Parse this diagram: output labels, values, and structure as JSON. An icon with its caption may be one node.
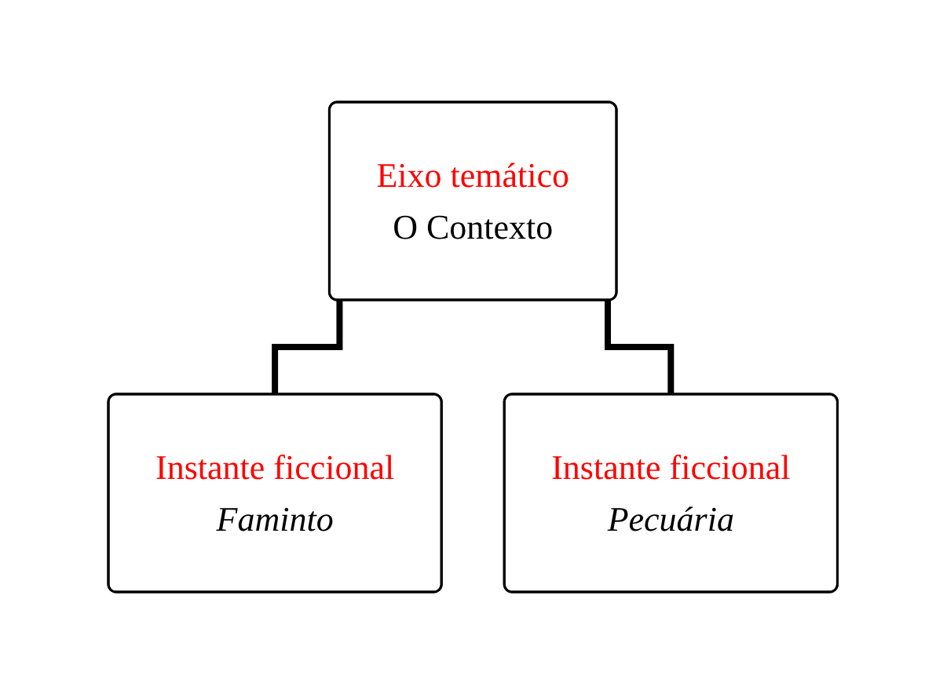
{
  "diagram": {
    "nodes": [
      {
        "text": [
          "Eixo temático",
          "O Contexto"
        ]
      },
      {
        "text": [
          "Instante ficcional",
          "Faminto"
        ]
      },
      {
        "text": [
          "Instante ficcional",
          "Pecuária"
        ]
      }
    ],
    "edges": [
      {
        "from": 0,
        "to": 1,
        "arrow": "none"
      },
      {
        "from": 0,
        "to": 2,
        "arrow": "none"
      }
    ]
  }
}
